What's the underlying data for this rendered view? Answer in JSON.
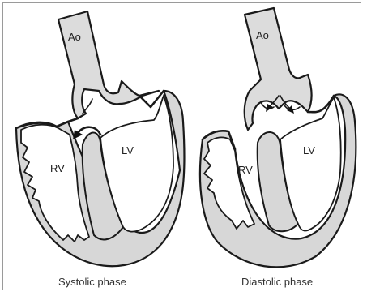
{
  "panels": [
    {
      "caption": "Systolic phase",
      "labels": {
        "aorta": "Ao",
        "left_ventricle": "LV",
        "right_ventricle": "RV"
      }
    },
    {
      "caption": "Diastolic phase",
      "labels": {
        "aorta": "Ao",
        "left_ventricle": "LV",
        "right_ventricle": "RV"
      }
    }
  ],
  "colors": {
    "wall_fill": "#d7d7d7",
    "outline": "#1a1a1a",
    "frame_border": "#9a9a9a"
  }
}
